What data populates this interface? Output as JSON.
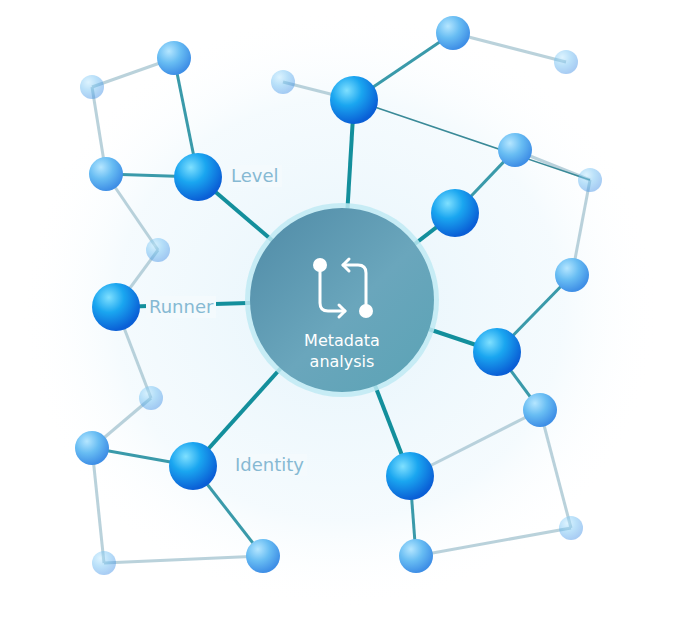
{
  "diagram": {
    "nodes": [
      {
        "text": [
          "Metadata analysis"
        ]
      }
    ],
    "labels": [
      "Level",
      "Runner",
      "Identity"
    ]
  }
}
